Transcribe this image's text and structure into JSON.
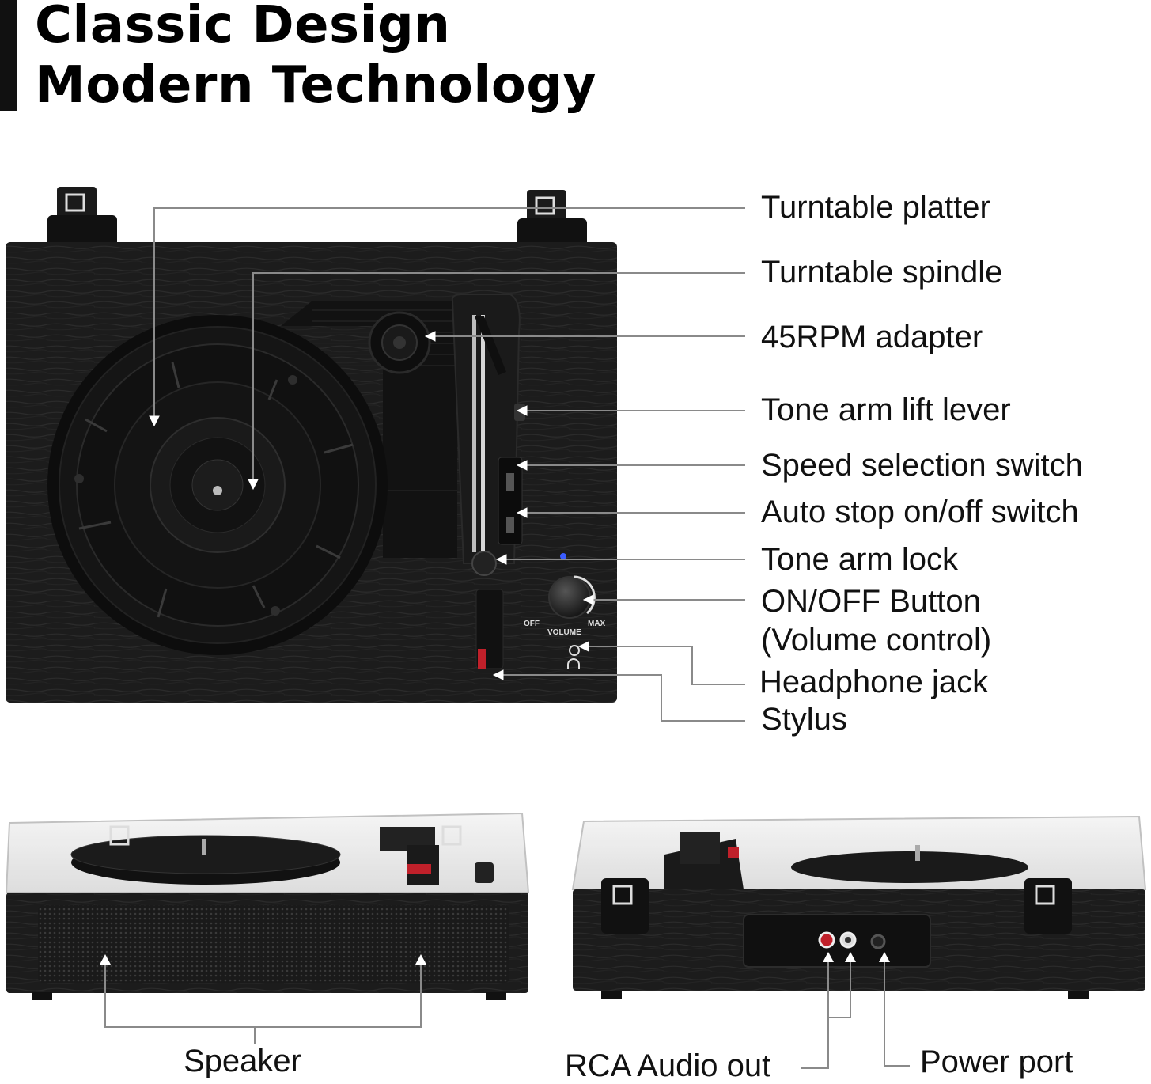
{
  "heading": {
    "line1": "Classic Design",
    "line2": "Modern Technology"
  },
  "top_view": {
    "panel_labels": {
      "off": "OFF",
      "volume": "VOLUME",
      "max": "MAX"
    },
    "callouts": [
      "Turntable platter",
      "Turntable spindle",
      "45RPM adapter",
      "Tone arm lift lever",
      "Speed selection switch",
      "Auto stop on/off switch",
      "Tone arm lock",
      "ON/OFF Button",
      "(Volume control)",
      "Headphone jack",
      "Stylus"
    ]
  },
  "front_view": {
    "label": "Speaker"
  },
  "back_view": {
    "labels": [
      "RCA Audio out",
      "Power port"
    ]
  },
  "colors": {
    "wood": "#1c1c1c",
    "callout_line": "#8a8a8a",
    "accent_red": "#c0202a"
  }
}
